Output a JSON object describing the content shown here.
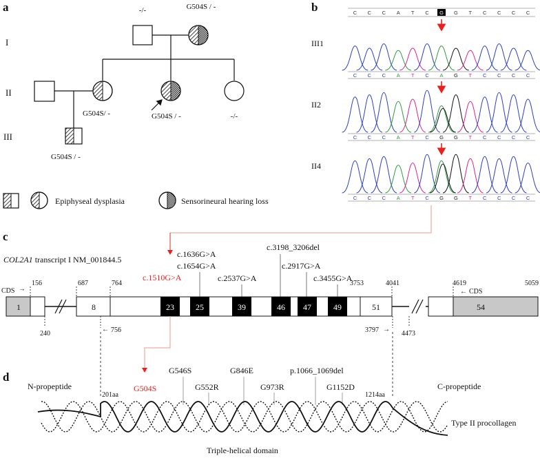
{
  "panel_labels": {
    "a": "a",
    "b": "b",
    "c": "c",
    "d": "d"
  },
  "pedigree": {
    "generations": [
      "I",
      "II",
      "III"
    ],
    "I1_genotype": "-/-",
    "I2_genotype": "G504S / -",
    "II2_genotype": "G504S/ -",
    "II4_genotype": "G504S / -",
    "II5_genotype": "-/-",
    "III1_genotype": "G504S / -"
  },
  "legend": {
    "epiphyseal": "Epiphyseal dysplasia",
    "hearing": "Sensorineural hearing loss"
  },
  "sequencing": {
    "reference": [
      "C",
      "C",
      "C",
      "A",
      "T",
      "C",
      "G",
      "G",
      "T",
      "C",
      "C",
      "C",
      "C"
    ],
    "called": [
      "C",
      "C",
      "C",
      "A",
      "T",
      "C",
      "A",
      "G",
      "T",
      "C",
      "C",
      "C",
      "C"
    ],
    "tracks": [
      "III1",
      "II2",
      "II4"
    ]
  },
  "gene": {
    "title_italic": "COL2A1",
    "title_rest": " transcript I NM_001844.5",
    "mutations": {
      "m1510": "c.1510G>A",
      "m1636": "c.1636G>A",
      "m1654": "c.1654G>A",
      "m2537": "c.2537G>A",
      "m3198": "c.3198_3206del",
      "m2917": "c.2917G>A",
      "m3455": "c.3455G>A"
    },
    "exons": {
      "e1": "1",
      "e8": "8",
      "e23": "23",
      "e25": "25",
      "e39": "39",
      "e46": "46",
      "e47": "47",
      "e49": "49",
      "e51": "51",
      "e54": "54"
    },
    "positions": {
      "p156": "156",
      "p687": "687",
      "p764": "764",
      "p3753": "3753",
      "p4041": "4041",
      "p4619": "4619",
      "p5059": "5059",
      "p240": "240",
      "p756": "756",
      "p3797": "3797",
      "p4473": "4473"
    },
    "cds": "CDS",
    "arrow": "←"
  },
  "protein": {
    "n_propeptide": "N-propeptide",
    "c_propeptide": "C-propeptide",
    "aa201": "201aa",
    "aa1214": "1214aa",
    "variants": {
      "v504": "G504S",
      "v546": "G546S",
      "v552": "G552R",
      "v846": "G846E",
      "v973": "G973R",
      "v1066": "p.1066_1069del",
      "v1152": "G1152D"
    },
    "type": "Type II procollagen",
    "domain": "Triple-helical domain"
  },
  "colors": {
    "highlight": "#e8201e",
    "line": "#f09a8a",
    "a": "#2a9e3a",
    "c": "#2a3ec8",
    "g": "#111111",
    "t": "#e0208a",
    "exon_fill": "#000000",
    "utr_fill": "#c8c8c8"
  }
}
